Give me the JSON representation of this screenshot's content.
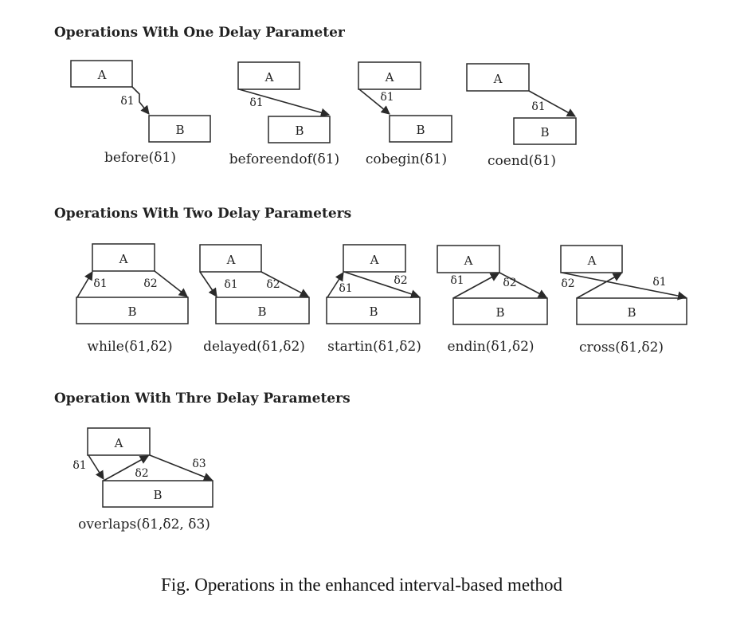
{
  "sections": [
    {
      "title": "Operations With One Delay Parameter"
    },
    {
      "title": "Operations With Two  Delay Parameters"
    },
    {
      "title": "Operation With Thre Delay Parameters"
    }
  ],
  "box_labels": {
    "a": "A",
    "b": "B"
  },
  "deltas": {
    "d1": "δ1",
    "d2": "δ2",
    "d3": "δ3"
  },
  "operations": {
    "before": "before(δ1)",
    "beforeendof": "beforeendof(δ1)",
    "cobegin": "cobegin(δ1)",
    "coend": "coend(δ1)",
    "while": "while(δ1,δ2)",
    "delayed": "delayed(δ1,δ2)",
    "startin": "startin(δ1,δ2)",
    "endin": "endin(δ1,δ2)",
    "cross": "cross(δ1,δ2)",
    "overlaps": "overlaps(δ1,δ2, δ3)"
  },
  "caption": "Fig. Operations in the enhanced interval-based method"
}
